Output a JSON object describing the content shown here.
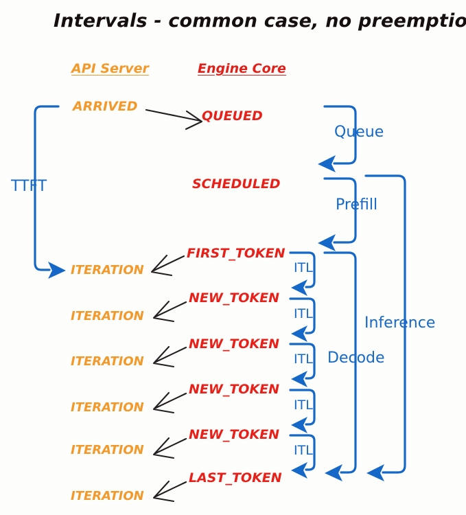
{
  "title": "Intervals - common case, no preemptions",
  "colors": {
    "api_orange": "#f2992b",
    "engine_red": "#e72019",
    "bracket_blue": "#1668c8",
    "arrow_black": "#231f20",
    "background": "#fdfdfb"
  },
  "columns": [
    {
      "key": "api",
      "label": "API Server",
      "color": "#f2992b"
    },
    {
      "key": "engine",
      "label": "Engine Core",
      "color": "#e72019"
    }
  ],
  "states": {
    "arrived": "ARRIVED",
    "queued": "QUEUED",
    "scheduled": "SCHEDULED",
    "first_token": "FIRST_TOKEN",
    "new_token": "NEW_TOKEN",
    "last_token": "LAST_TOKEN",
    "iteration": "ITERATION"
  },
  "intervals": {
    "ttft": "TTFT",
    "queue": "Queue",
    "prefill": "Prefill",
    "decode": "Decode",
    "inference": "Inference",
    "itl": "ITL"
  },
  "rows": [
    {
      "engine_state": "FIRST_TOKEN",
      "api_state": "ITERATION",
      "itl_label": "ITL"
    },
    {
      "engine_state": "NEW_TOKEN",
      "api_state": "ITERATION",
      "itl_label": "ITL"
    },
    {
      "engine_state": "NEW_TOKEN",
      "api_state": "ITERATION",
      "itl_label": "ITL"
    },
    {
      "engine_state": "NEW_TOKEN",
      "api_state": "ITERATION",
      "itl_label": "ITL"
    },
    {
      "engine_state": "NEW_TOKEN",
      "api_state": "ITERATION",
      "itl_label": "ITL"
    },
    {
      "engine_state": "LAST_TOKEN",
      "api_state": "ITERATION",
      "itl_label": "ITL"
    }
  ],
  "itl_labels": [
    "ITL",
    "ITL",
    "ITL",
    "ITL",
    "ITL",
    "ITL"
  ]
}
